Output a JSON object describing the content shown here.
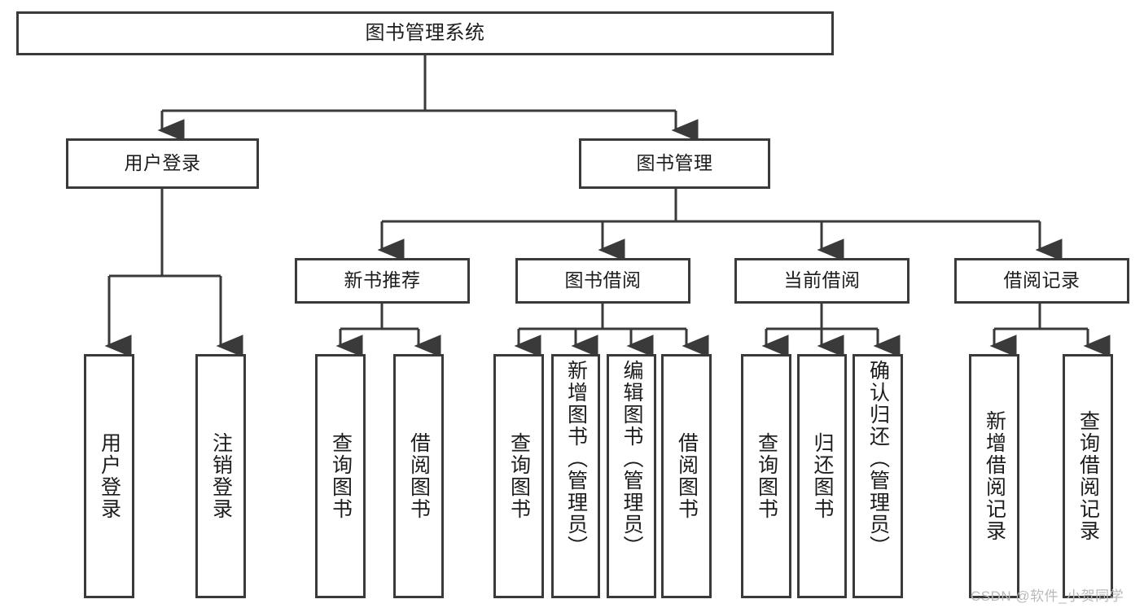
{
  "diagram": {
    "title": "图书管理系统",
    "type": "tree",
    "levels": 4,
    "colors": {
      "stroke": "#3a3a3a",
      "fill": "#ffffff",
      "text": "#1c1c1c",
      "watermark": "#b9b9b9"
    },
    "nodes": {
      "root": {
        "label": "图书管理系统"
      },
      "level2": [
        {
          "label": "用户登录"
        },
        {
          "label": "图书管理"
        }
      ],
      "level3": [
        {
          "label": "新书推荐"
        },
        {
          "label": "图书借阅"
        },
        {
          "label": "当前借阅"
        },
        {
          "label": "借阅记录"
        }
      ],
      "leaves_user_login": [
        {
          "label": "用户登录"
        },
        {
          "label": "注销登录"
        }
      ],
      "leaves_new_book": [
        {
          "label": "查询图书"
        },
        {
          "label": "借阅图书"
        }
      ],
      "leaves_borrow": [
        {
          "label": "查询图书"
        },
        {
          "label": "新增图书（管理员）"
        },
        {
          "label": "编辑图书（管理员）"
        },
        {
          "label": "借阅图书"
        }
      ],
      "leaves_current": [
        {
          "label": "查询图书"
        },
        {
          "label": "归还图书"
        },
        {
          "label": "确认归还（管理员）"
        }
      ],
      "leaves_records": [
        {
          "label": "新增借阅记录"
        },
        {
          "label": "查询借阅记录"
        }
      ]
    },
    "watermark": "CSDN @软件_小贺同学"
  }
}
